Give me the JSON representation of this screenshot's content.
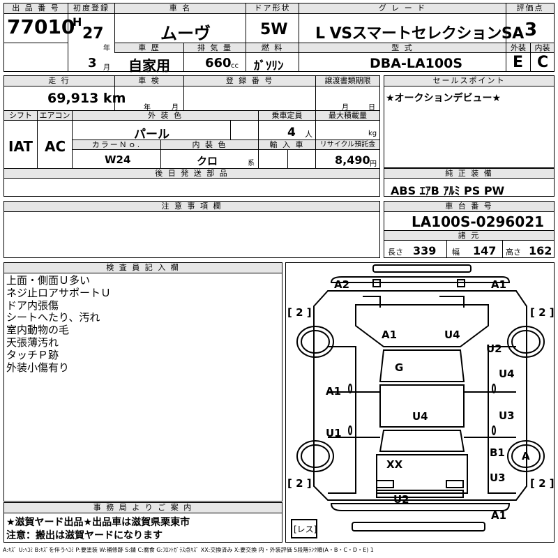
{
  "header": {
    "lot_no_label": "出 品 番 号",
    "lot_no": "77010",
    "first_reg_label": "初度登録",
    "era": "H",
    "year": "27",
    "year_unit": "年",
    "month": "3",
    "month_unit": "月",
    "car_name_label": "車 名",
    "car_name": "ムーヴ",
    "door_label": "ドア形状",
    "door": "5W",
    "grade_label": "グ レ ー ド",
    "grade": "L VSスマートセレクションSA",
    "score_label": "評価点",
    "score": "3",
    "history_label": "車 歴",
    "history": "自家用",
    "displacement_label": "排 気 量",
    "displacement": "660",
    "displacement_unit": "cc",
    "fuel_label": "燃 料",
    "fuel": "ｶﾞｿﾘﾝ",
    "model_label": "型 式",
    "model": "DBA-LA100S",
    "exterior_label": "外装",
    "exterior": "E",
    "interior_label": "内装",
    "interior": "C"
  },
  "row2": {
    "mileage_label": "走 行",
    "mileage": "69,913 km",
    "inspection_label": "車 検",
    "inspection_year": "年",
    "inspection_month": "月",
    "reg_no_label": "登 録 番 号",
    "transfer_label": "譲渡書類期限",
    "transfer_month": "月",
    "transfer_day": "日",
    "shift_label": "シフト",
    "shift": "IAT",
    "ac_label": "エアコン",
    "ac": "AC",
    "ext_color_label": "外 装 色",
    "ext_color": "パール",
    "capacity_label": "乗車定員",
    "capacity": "4",
    "capacity_unit": "人",
    "max_load_label": "最大積載量",
    "max_load_unit": "kg",
    "color_no_label": "カラーＮｏ.",
    "color_no": "W24",
    "int_color_label": "内 装 色",
    "int_color": "クロ",
    "int_color_unit": "系",
    "import_label": "輸 入 車",
    "recycle_label": "リサイクル預託金",
    "recycle": "8,490",
    "recycle_unit": "円",
    "later_parts_label": "後 日 発 送 部 品"
  },
  "sales_point": {
    "label": "セールスポイント",
    "text": "★オークションデビュー★"
  },
  "equipment": {
    "label": "純 正 装 備",
    "text": "ABS ｴｱB ｱﾙﾐ PS PW"
  },
  "notes": {
    "label": "注 意 事 項 欄"
  },
  "chassis": {
    "label": "車 台 番 号",
    "number": "LA100S-0296021",
    "dims_label": "諸 元",
    "length_label": "長さ",
    "length": "339",
    "width_label": "幅",
    "width": "147",
    "height_label": "高さ",
    "height": "162"
  },
  "inspector": {
    "label": "検 査 員 記 入 欄",
    "lines": [
      "上面・側面Ｕ多い",
      "ネジ止ロアサポートＵ",
      "ドア内張傷",
      "シートへたり、汚れ",
      "室内動物の毛",
      "天張薄汚れ",
      "タッチＰ跡",
      "外装小傷有り"
    ]
  },
  "office": {
    "label": "事 務 局 よ り ご 案 内",
    "line1": "★滋賀ヤード出品★出品車は滋賀県栗東市",
    "line2": "注意：搬出は滋賀ヤードになります"
  },
  "diagram": {
    "marks": {
      "a2_top": "A2",
      "a1_top": "A1",
      "bracket_tl": "[ 2 ]",
      "bracket_tr": "[ 2 ]",
      "a1_hood": "A1",
      "u4_hood": "U4",
      "u2_right": "U2",
      "g_glass": "G",
      "u4_right_door": "U4",
      "a1_left_door": "A1",
      "u4_roof": "U4",
      "u3_right": "U3",
      "u1_left": "U1",
      "b1_right": "B1",
      "a_wheel": "A",
      "xx_rear": "XX",
      "u3_rear": "U3",
      "bracket_bl": "[ 2 ]",
      "bracket_br": "[ 2 ]",
      "u2_rear": "U2",
      "a1_bottom": "A1",
      "resu": "[レス]"
    }
  },
  "legend": "A:ｷｽﾞ U:ﾍｺﾐ B:ｷｽﾞを伴うﾍｺﾐ P:要塗装 W:補修跡 S:錆 C:腐食 G:ﾌﾛﾝﾄｶﾞﾗｽ点ｷｽﾞ XX:交換済み X:要交換 内・外装評価 5段階ﾗﾝｸ順(A・B・C・D・E) 1"
}
